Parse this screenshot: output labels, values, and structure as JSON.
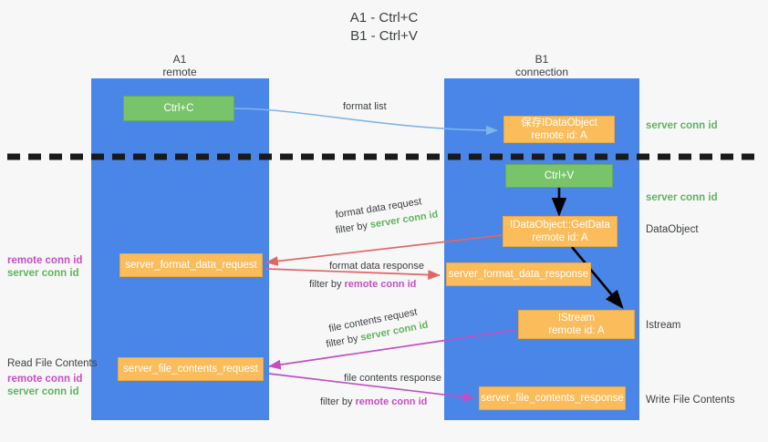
{
  "title": {
    "line1": "A1 - Ctrl+C",
    "line2": "B1 - Ctrl+V"
  },
  "lanes": [
    {
      "id": "a1",
      "name": "A1",
      "sub": "remote",
      "color": "#4a86e8"
    },
    {
      "id": "b1",
      "name": "B1",
      "sub": "connection",
      "color": "#4a86e8"
    }
  ],
  "nodes": {
    "ctrl_c": {
      "line1": "Ctrl+C",
      "line2": "",
      "color": "#79c46a"
    },
    "save_idataobject": {
      "line1": "保存IDataObject",
      "line2": "remote id: A",
      "color": "#fbbc5c"
    },
    "ctrl_v": {
      "line1": "Ctrl+V",
      "line2": "",
      "color": "#79c46a"
    },
    "getdata": {
      "line1": "IDataObject::GetData",
      "line2": "remote id: A",
      "color": "#fbbc5c"
    },
    "fmt_data_request": {
      "line1": "server_format_data_request",
      "line2": "",
      "color": "#fbbc5c"
    },
    "fmt_data_response": {
      "line1": "server_format_data_response",
      "line2": "",
      "color": "#fbbc5c"
    },
    "istream": {
      "line1": "IStream",
      "line2": "remote id: A",
      "color": "#fbbc5c"
    },
    "file_contents_request": {
      "line1": "server_file_contents_request",
      "line2": "",
      "color": "#fbbc5c"
    },
    "file_contents_response": {
      "line1": "server_file_contents_response",
      "line2": "",
      "color": "#fbbc5c"
    }
  },
  "right_labels": {
    "server_conn_id_1": "server conn id",
    "server_conn_id_2": "server conn id",
    "dataobject": "DataObject",
    "istream": "Istream",
    "write_file_contents": "Write File Contents"
  },
  "left_labels": {
    "remote_conn_id_1": "remote conn id",
    "server_conn_id_1": "server conn id",
    "read_file_contents": "Read File Contents",
    "remote_conn_id_2": "remote conn id",
    "server_conn_id_2": "server conn id"
  },
  "edges": {
    "format_list": "format list",
    "format_data_request": "format data request",
    "format_data_request_filter_pre": "filter by ",
    "format_data_request_filter_key": "server conn id",
    "format_data_response": "format data response",
    "format_data_response_filter_pre": "filter by ",
    "format_data_response_filter_key": "remote conn id",
    "file_contents_request": "file contents request",
    "file_contents_request_filter_pre": "filter by ",
    "file_contents_request_filter_key": "server conn id",
    "file_contents_response": "file contents response",
    "file_contents_response_filter_pre": "filter by ",
    "file_contents_response_filter_key": "remote conn id"
  },
  "colors": {
    "lane": "#4a86e8",
    "orange": "#fbbc5c",
    "green_box": "#79c46a",
    "green_text": "#5fb45f",
    "purple_text": "#c24fc2",
    "blue_arrow": "#7eb6e8",
    "red_arrow": "#e06666",
    "magenta_arrow": "#c24fc2",
    "black_arrow": "#000000",
    "divider": "#1a1a1a",
    "background": "#f7f7f7"
  }
}
